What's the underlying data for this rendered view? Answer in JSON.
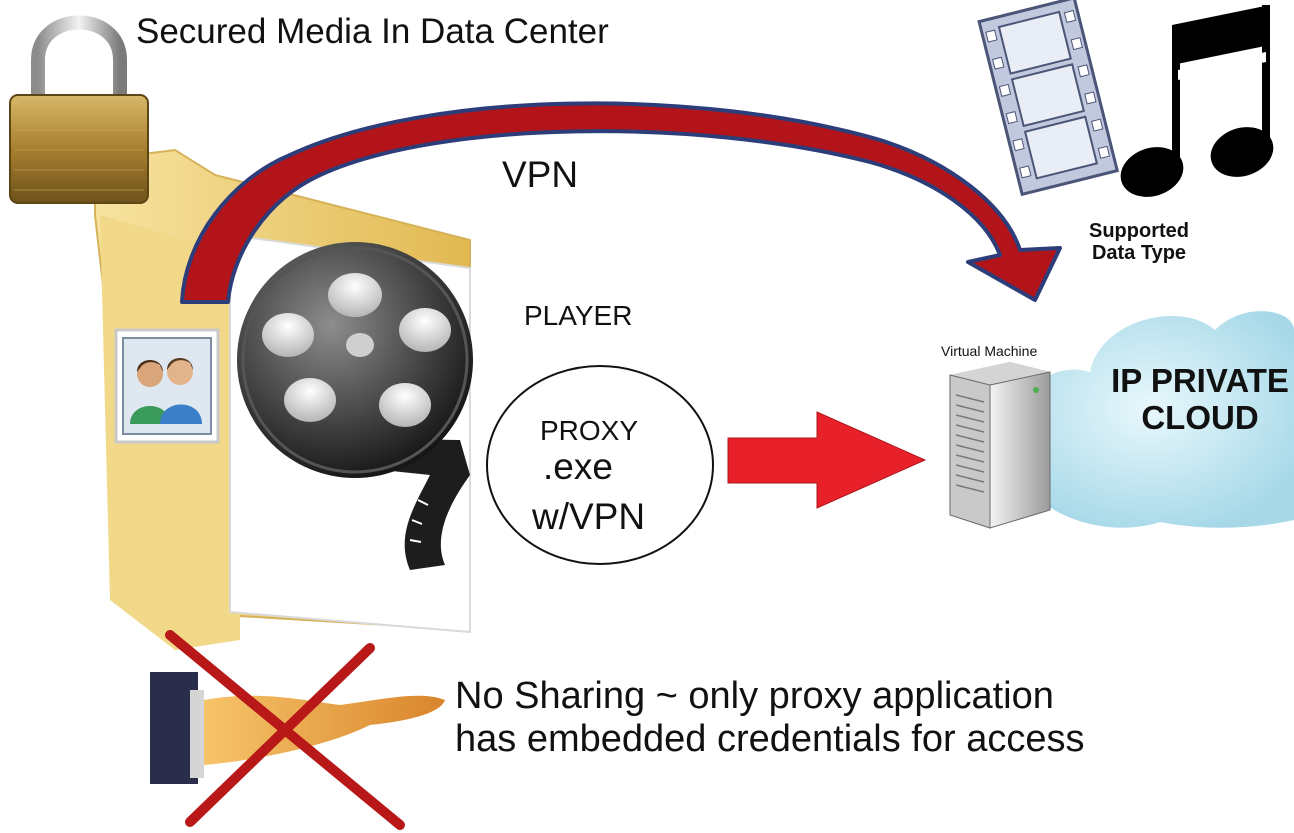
{
  "title": "Secured Media In Data Center",
  "vpn_label": "VPN",
  "player_label": "PLAYER",
  "proxy": {
    "line1": "PROXY",
    "line2": ".exe",
    "line3": "w/VPN"
  },
  "supported_data_type": "Supported Data Type",
  "virtual_machine_label": "Virtual Machine",
  "cloud_label": "IP PRIVATE CLOUD",
  "note": {
    "line1": "No Sharing ~ only proxy application",
    "line2": "has embedded credentials for access"
  },
  "colors": {
    "vpn_arrow": "#b3141a",
    "vpn_arrow_outline": "#2c3d7a",
    "proxy_arrow": "#e8202a",
    "cross": "#b81818",
    "folder": "#eecb6e",
    "cloud": "#b9e3ee",
    "lock_body": "#a77f2f"
  },
  "icons": [
    "padlock-icon",
    "folder-icon",
    "film-reel-icon",
    "users-icon",
    "film-strip-icon",
    "music-note-icon",
    "server-icon",
    "cloud-icon",
    "sharing-hand-icon",
    "cross-out-icon"
  ]
}
